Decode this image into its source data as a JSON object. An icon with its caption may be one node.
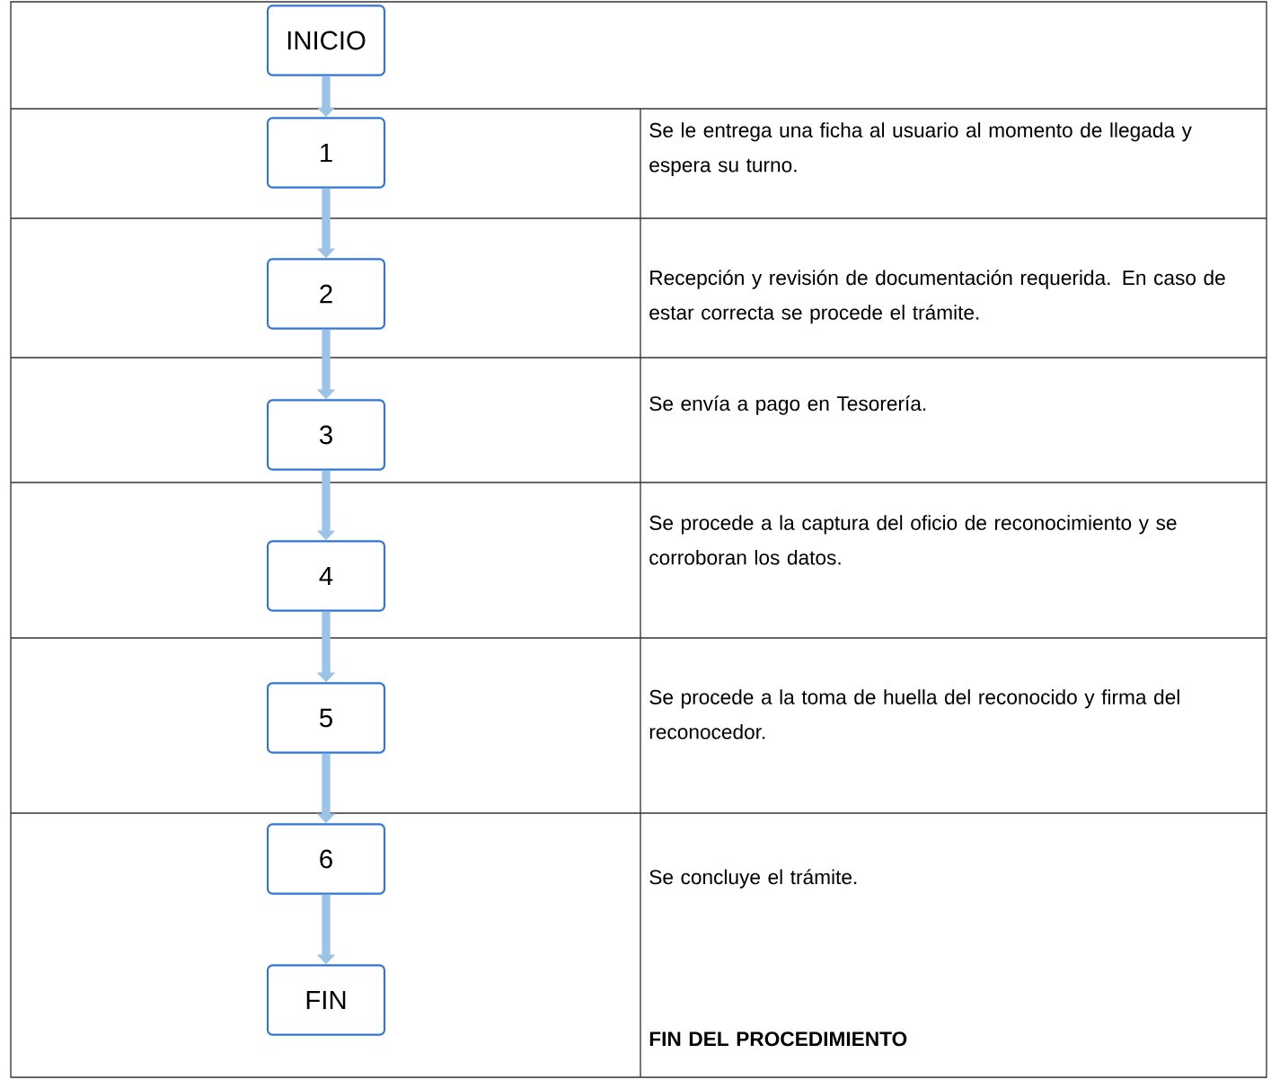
{
  "diagram": {
    "nodes": [
      {
        "text": [
          "INICIO"
        ]
      },
      {
        "text": [
          "1"
        ]
      },
      {
        "text": [
          "2"
        ]
      },
      {
        "text": [
          "3"
        ]
      },
      {
        "text": [
          "4"
        ]
      },
      {
        "text": [
          "5"
        ]
      },
      {
        "text": [
          "6"
        ]
      },
      {
        "text": [
          "FIN"
        ]
      }
    ],
    "edges": [
      {
        "from": 0,
        "to": 1,
        "arrow": "to"
      },
      {
        "from": 1,
        "to": 2,
        "arrow": "to"
      },
      {
        "from": 2,
        "to": 3,
        "arrow": "to"
      },
      {
        "from": 3,
        "to": 4,
        "arrow": "to"
      },
      {
        "from": 4,
        "to": 5,
        "arrow": "to"
      },
      {
        "from": 5,
        "to": 6,
        "arrow": "to"
      },
      {
        "from": 6,
        "to": 7,
        "arrow": "to"
      }
    ],
    "labels": [
      "Se le entrega una ficha al usuario al momento de llegada y espera su turno.",
      "Recepción y revisión de documentación requerida. En caso de estar correcta se procede el trámite.",
      "Se envía a pago en Tesorería.",
      "Se procede a la captura del oficio de reconocimiento y se corroboran los datos.",
      "Se procede a la toma de huella del reconocido y firma del reconocedor.",
      "Se concluye el trámite.",
      "**FIN DEL PROCEDIMIENTO**"
    ]
  }
}
